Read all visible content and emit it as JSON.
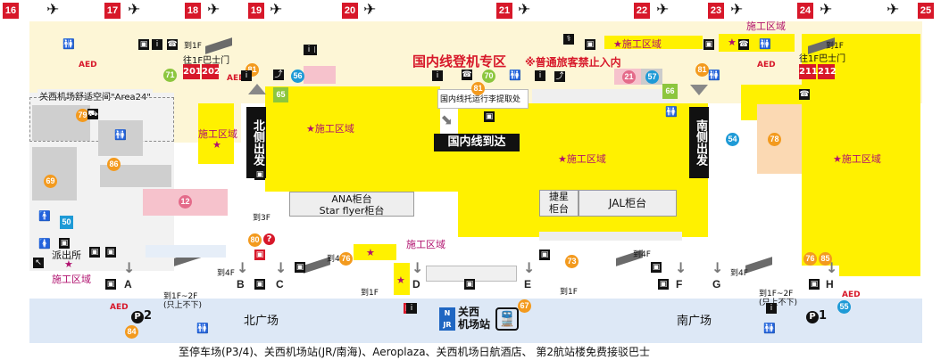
{
  "gates": [
    "16",
    "17",
    "18",
    "19",
    "20",
    "21",
    "22",
    "23",
    "24",
    "25"
  ],
  "title": "国内线登机专区",
  "notice": "※普通旅客禁止入内",
  "construction_label": "施工区域",
  "north_departure": "北侧出发",
  "south_departure": "南侧出发",
  "domestic_arrival": "国内线到达",
  "baggage_label": "国内线托运行李提取处",
  "area24_label": "关西机场舒适空间\"Area24\"",
  "bus_label_left": "往1F巴士门",
  "bus_label_right": "往1F巴士门",
  "bus_gates_left": [
    "201",
    "202"
  ],
  "bus_gates_right": [
    "211",
    "212"
  ],
  "to_1f": "到1F",
  "to_3f": "到3F",
  "to_4f": "到4F",
  "to_1f_2f": "到1F~2F",
  "only_up_down": "(只上不下)",
  "ana_counter": "ANA柜台\nStar flyer柜台",
  "jetstar_counter": "捷星\n柜台",
  "jal_counter": "JAL柜台",
  "police_box": "派出所",
  "north_plaza": "北广场",
  "south_plaza": "南广场",
  "station_label": "关西\n机场站",
  "parking_2": "P2",
  "parking_1": "P1",
  "entrances": [
    "A",
    "B",
    "C",
    "D",
    "E",
    "F",
    "G",
    "H"
  ],
  "footer": "至停车场(P3/4)、关西机场站(JR/南海)、Aeroplaza、关西机场日航酒店、 第2航站楼免费接驳巴士",
  "markers": {
    "orange": [
      "71",
      "81",
      "79",
      "86",
      "69",
      "81",
      "76",
      "80",
      "73",
      "76",
      "85",
      "84",
      "67",
      "81",
      "78"
    ],
    "green": [
      "65",
      "70",
      "66"
    ],
    "blue": [
      "56",
      "57",
      "54",
      "50",
      "55"
    ],
    "pink": [
      "12",
      "21"
    ]
  },
  "colors": {
    "construction": "#fff100",
    "gate_red": "#d7182a",
    "domestic_zone": "#fdf6d6",
    "plaza_blue": "#dde8f6",
    "construction_text": "#b0106e"
  }
}
